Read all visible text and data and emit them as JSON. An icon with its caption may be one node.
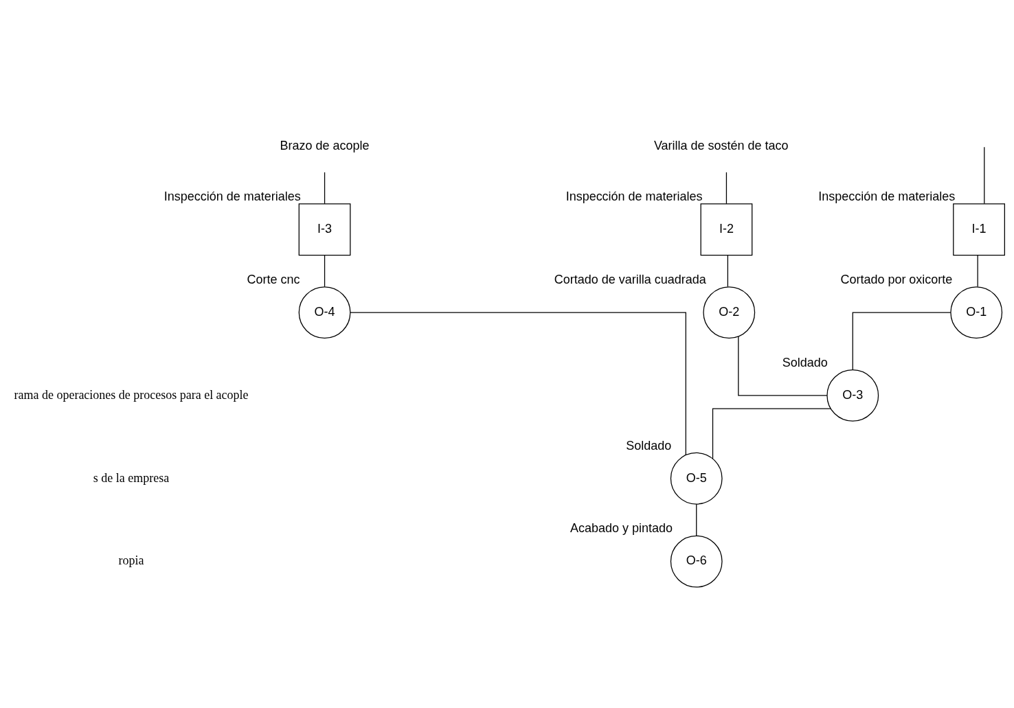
{
  "diagram": {
    "nodes": [
      {
        "text": [
          "Brazo de acople"
        ]
      },
      {
        "text": [
          "Varilla de sostén de taco"
        ]
      },
      {
        "text": [
          "I-3"
        ],
        "beside": [
          "Inspección de materiales"
        ]
      },
      {
        "text": [
          "I-2"
        ],
        "beside": [
          "Inspección de materiales"
        ]
      },
      {
        "text": [
          "I-1"
        ],
        "beside": [
          "Inspección de materiales"
        ]
      },
      {
        "text": [
          "O-4"
        ],
        "beside": [
          "Corte cnc"
        ]
      },
      {
        "text": [
          "O-2"
        ],
        "beside": [
          "Cortado de varilla cuadrada"
        ]
      },
      {
        "text": [
          "O-1"
        ],
        "beside": [
          "Cortado por oxicorte"
        ]
      },
      {
        "text": [
          "O-3"
        ],
        "beside": [
          "Soldado"
        ]
      },
      {
        "text": [
          "O-5"
        ],
        "beside": [
          "Soldado"
        ]
      },
      {
        "text": [
          "O-6"
        ],
        "beside": [
          "Acabado y pintado"
        ]
      }
    ],
    "edges": [
      {
        "from": 0,
        "to": 2,
        "arrow": "none"
      },
      {
        "from": 1,
        "to": 3,
        "arrow": "none"
      },
      {
        "from": null,
        "to": 4,
        "arrow": "none"
      },
      {
        "from": 2,
        "to": 5,
        "arrow": "none"
      },
      {
        "from": 3,
        "to": 6,
        "arrow": "none"
      },
      {
        "from": 4,
        "to": 7,
        "arrow": "none"
      },
      {
        "from": 6,
        "to": 8,
        "arrow": "none"
      },
      {
        "from": 7,
        "to": 8,
        "arrow": "none"
      },
      {
        "from": 8,
        "to": 9,
        "arrow": "none"
      },
      {
        "from": 5,
        "to": 9,
        "arrow": "none"
      },
      {
        "from": 9,
        "to": 10,
        "arrow": "none"
      }
    ],
    "labels": [
      "rama de operaciones de procesos para el acople",
      "s de la empresa",
      "ropia"
    ]
  }
}
